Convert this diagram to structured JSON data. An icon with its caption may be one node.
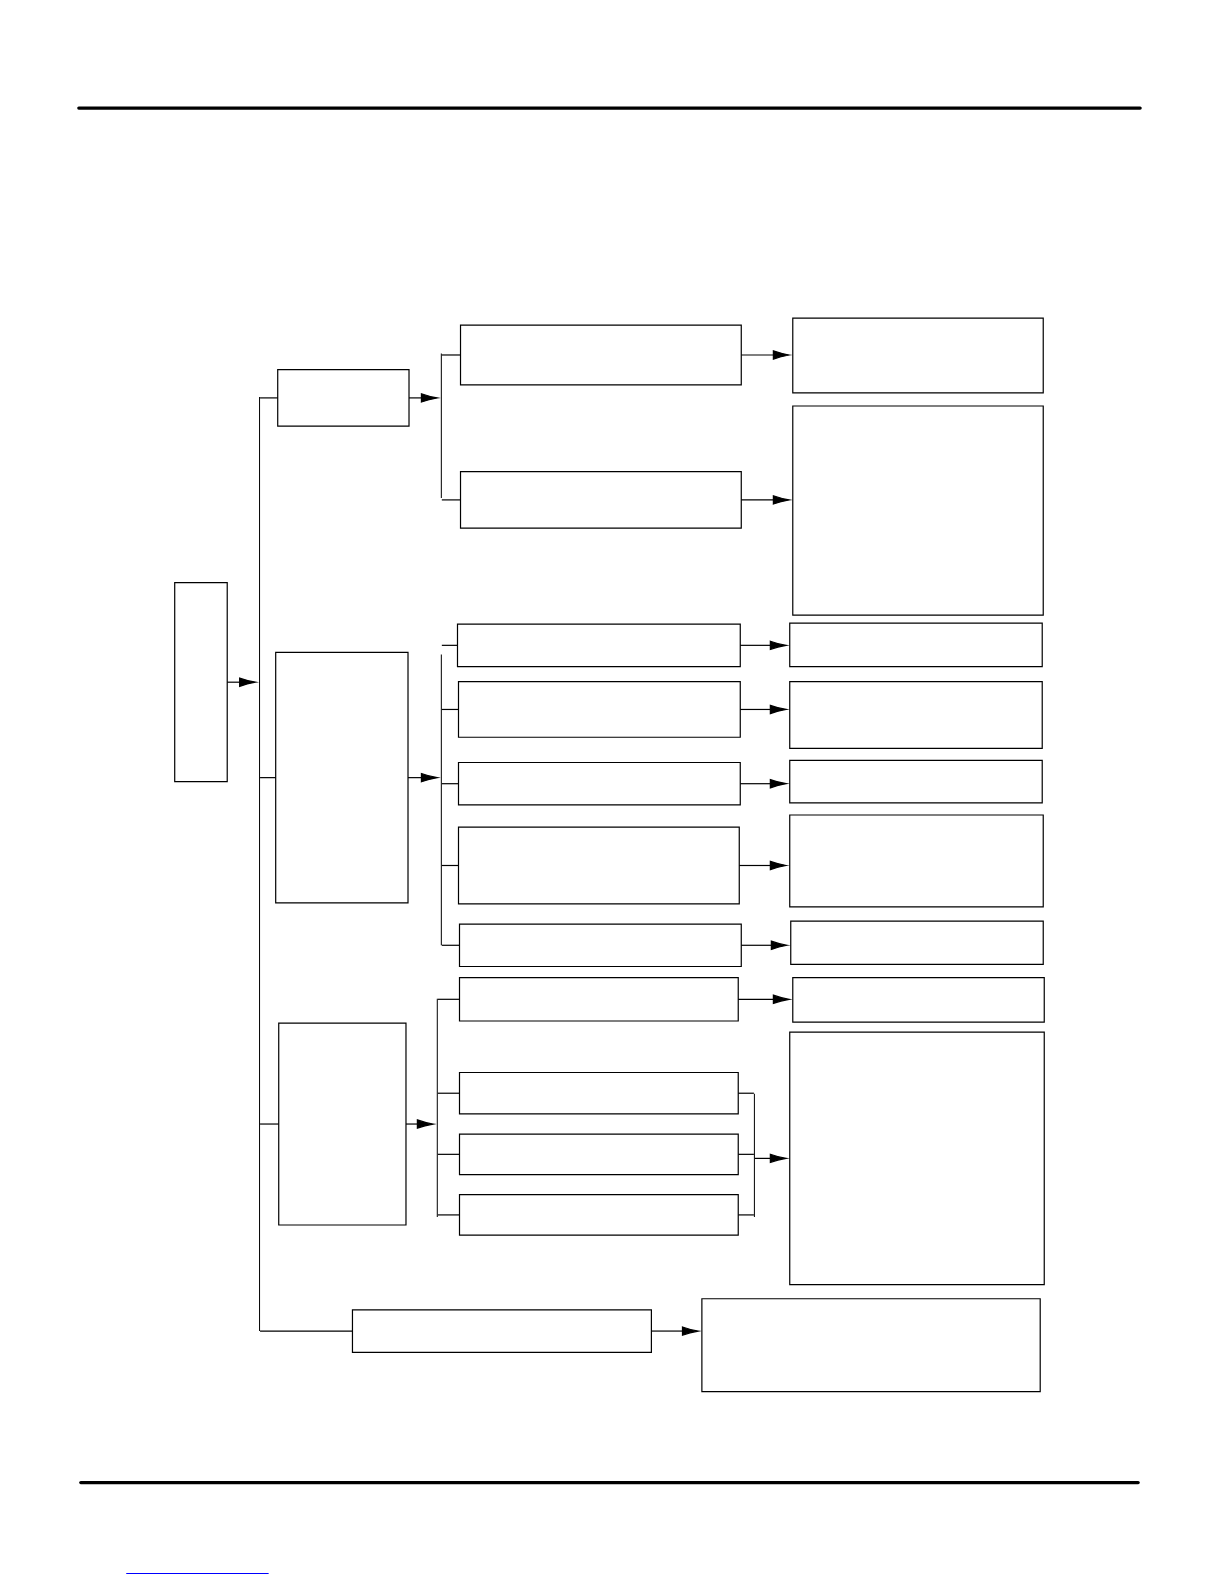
{
  "diagram": {
    "nodes": [
      {
        "text": [],
        "shape": "box"
      },
      {
        "text": [],
        "shape": "box"
      },
      {
        "text": [],
        "shape": "box"
      },
      {
        "text": [],
        "shape": "box"
      },
      {
        "text": [],
        "shape": "box"
      },
      {
        "text": [],
        "shape": "box"
      },
      {
        "text": [],
        "shape": "box"
      },
      {
        "text": [],
        "shape": "box"
      },
      {
        "text": [],
        "shape": "box"
      },
      {
        "text": [],
        "shape": "box"
      },
      {
        "text": [],
        "shape": "box"
      },
      {
        "text": [],
        "shape": "box"
      },
      {
        "text": [],
        "shape": "box"
      },
      {
        "text": [],
        "shape": "box"
      },
      {
        "text": [],
        "shape": "box"
      },
      {
        "text": [],
        "shape": "box"
      },
      {
        "text": [],
        "shape": "box"
      },
      {
        "text": [],
        "shape": "box"
      },
      {
        "text": [],
        "shape": "box"
      },
      {
        "text": [],
        "shape": "box"
      },
      {
        "text": [],
        "shape": "box"
      },
      {
        "text": [],
        "shape": "box"
      },
      {
        "text": [],
        "shape": "box"
      },
      {
        "text": [],
        "shape": "box"
      },
      {
        "text": [],
        "shape": "box"
      },
      {
        "text": [],
        "shape": "box"
      },
      {
        "text": [],
        "shape": "bar"
      },
      {
        "text": [],
        "shape": "bar"
      },
      {
        "text": [],
        "shape": "bar"
      },
      {
        "text": [],
        "shape": "bar"
      },
      {
        "text": [],
        "shape": "bar"
      }
    ],
    "edges": [
      {
        "from": 0,
        "to": 26,
        "arrow": "to"
      },
      {
        "from": 26,
        "to": 1,
        "arrow": "none"
      },
      {
        "from": 26,
        "to": 6,
        "arrow": "none"
      },
      {
        "from": 26,
        "to": 17,
        "arrow": "none"
      },
      {
        "from": 26,
        "to": 24,
        "arrow": "none"
      },
      {
        "from": 1,
        "to": 27,
        "arrow": "to"
      },
      {
        "from": 27,
        "to": 2,
        "arrow": "none"
      },
      {
        "from": 27,
        "to": 3,
        "arrow": "none"
      },
      {
        "from": 2,
        "to": 4,
        "arrow": "to"
      },
      {
        "from": 3,
        "to": 5,
        "arrow": "to"
      },
      {
        "from": 6,
        "to": 28,
        "arrow": "to"
      },
      {
        "from": 28,
        "to": 7,
        "arrow": "none"
      },
      {
        "from": 28,
        "to": 8,
        "arrow": "none"
      },
      {
        "from": 28,
        "to": 9,
        "arrow": "none"
      },
      {
        "from": 28,
        "to": 10,
        "arrow": "none"
      },
      {
        "from": 28,
        "to": 11,
        "arrow": "none"
      },
      {
        "from": 7,
        "to": 12,
        "arrow": "to"
      },
      {
        "from": 8,
        "to": 13,
        "arrow": "to"
      },
      {
        "from": 9,
        "to": 14,
        "arrow": "to"
      },
      {
        "from": 10,
        "to": 15,
        "arrow": "to"
      },
      {
        "from": 11,
        "to": 16,
        "arrow": "to"
      },
      {
        "from": 17,
        "to": 29,
        "arrow": "to"
      },
      {
        "from": 29,
        "to": 18,
        "arrow": "none"
      },
      {
        "from": 29,
        "to": 19,
        "arrow": "none"
      },
      {
        "from": 29,
        "to": 20,
        "arrow": "none"
      },
      {
        "from": 29,
        "to": 21,
        "arrow": "none"
      },
      {
        "from": 18,
        "to": 22,
        "arrow": "to"
      },
      {
        "from": 19,
        "to": 30,
        "arrow": "none"
      },
      {
        "from": 20,
        "to": 30,
        "arrow": "none"
      },
      {
        "from": 21,
        "to": 30,
        "arrow": "none"
      },
      {
        "from": 30,
        "to": 23,
        "arrow": "to"
      },
      {
        "from": 24,
        "to": 25,
        "arrow": "to"
      }
    ]
  }
}
